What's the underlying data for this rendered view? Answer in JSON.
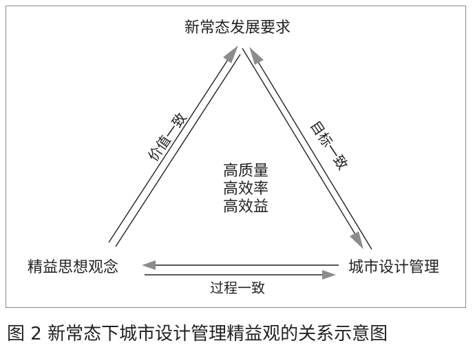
{
  "diagram": {
    "top_node": "新常态发展要求",
    "left_node": "精益思想观念",
    "right_node": "城市设计管理",
    "center_lines": [
      "高质量",
      "高效率",
      "高效益"
    ],
    "edge_left_label": "价值一致",
    "edge_right_label": "目标一致",
    "edge_bottom_label": "过程一致"
  },
  "caption": "图 2  新常态下城市设计管理精益观的关系示意图",
  "colors": {
    "text": "#231f20",
    "arrow": "#8c8c8c",
    "frame": "#8a8a8a"
  }
}
